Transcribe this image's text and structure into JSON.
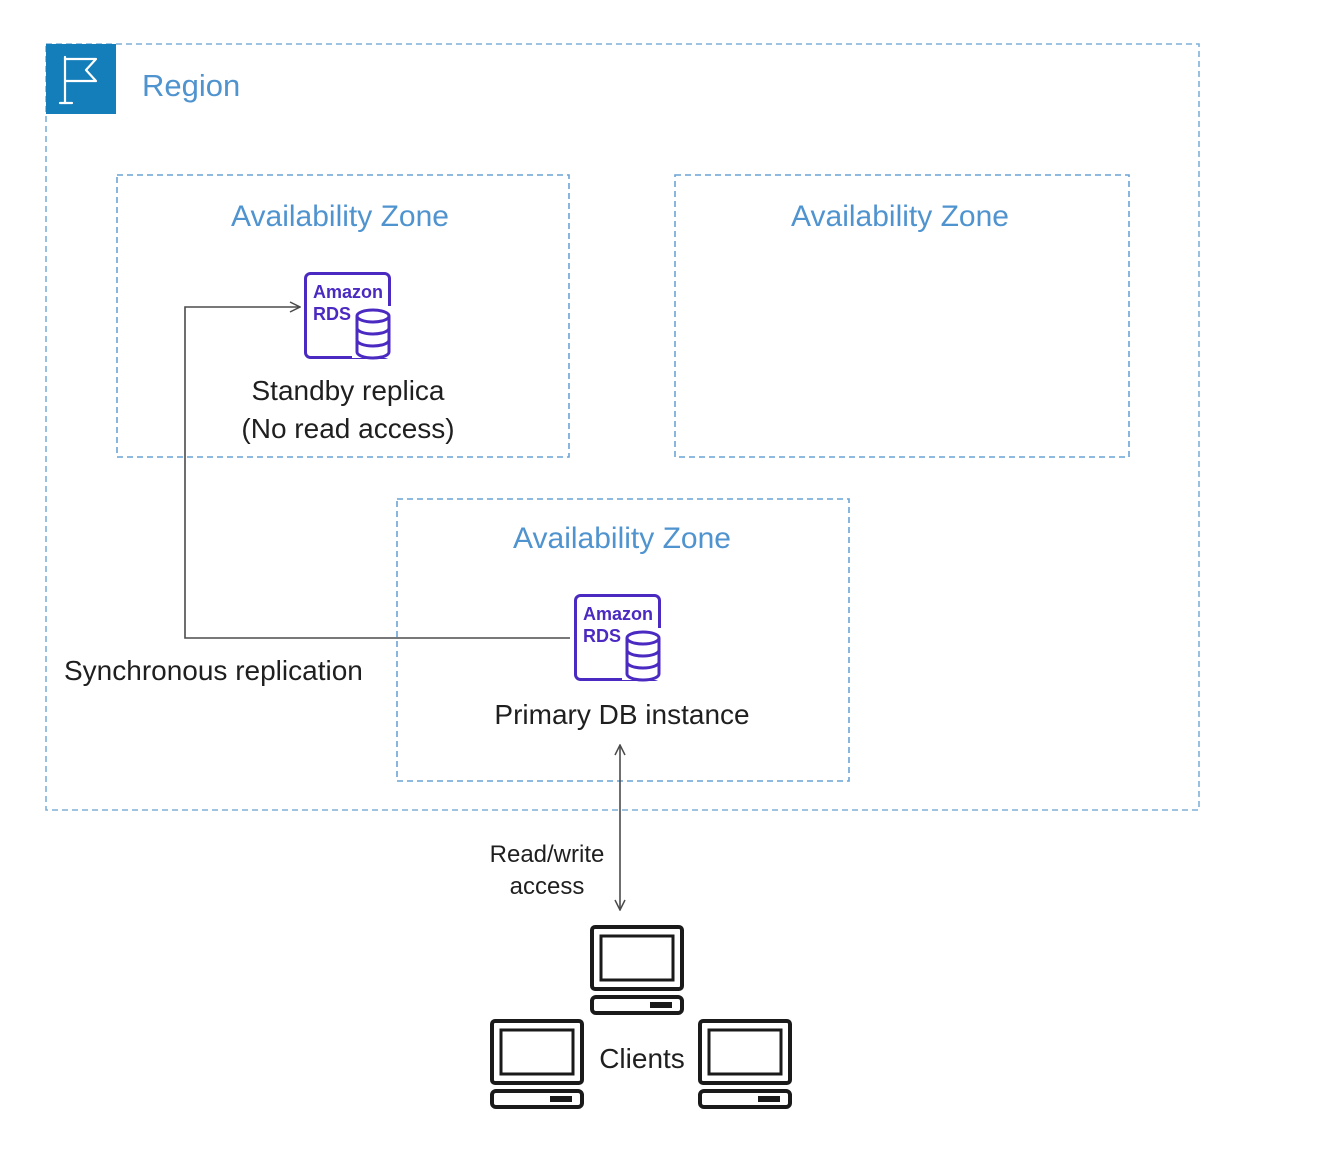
{
  "colors": {
    "region_border": "#7fb1d9",
    "zone_border": "#6aa4d6",
    "region_badge": "#147eba",
    "label_blue": "#4f93cf",
    "rds": "#4b2ac2",
    "connector": "#4b4b4b",
    "client": "#1a1a1a"
  },
  "region": {
    "label": "Region",
    "icon": "flag-icon"
  },
  "zones": [
    {
      "label": "Availability Zone"
    },
    {
      "label": "Availability Zone"
    },
    {
      "label": "Availability Zone"
    }
  ],
  "standby": {
    "icon_text_1": "Amazon",
    "icon_text_2": "RDS",
    "line1": "Standby replica",
    "line2": "(No read access)"
  },
  "primary": {
    "icon_text_1": "Amazon",
    "icon_text_2": "RDS",
    "label": "Primary DB instance"
  },
  "replication": {
    "label": "Synchronous replication"
  },
  "access": {
    "line1": "Read/write",
    "line2": "access"
  },
  "clients": {
    "label": "Clients",
    "icon": "computer-icon"
  }
}
